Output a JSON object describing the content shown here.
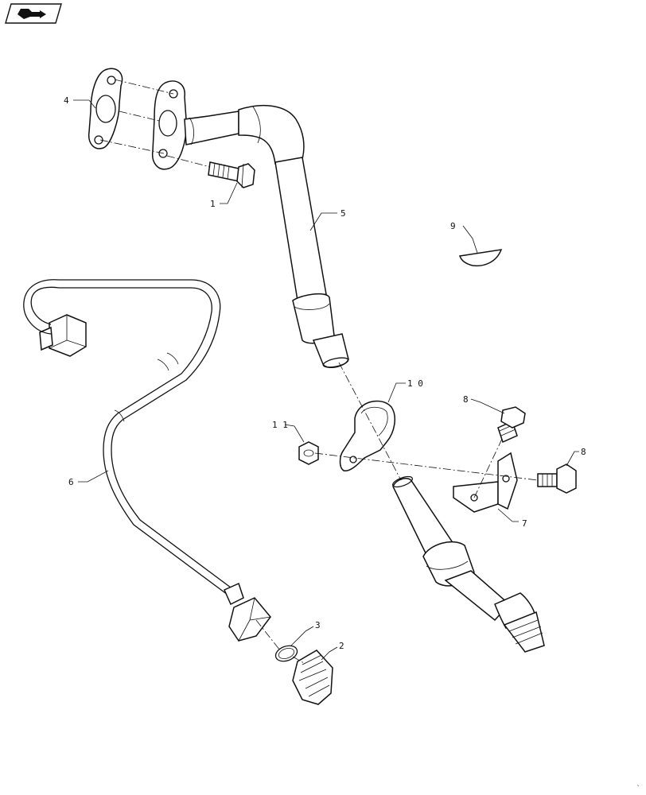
{
  "nav_icon": {
    "name": "page-flip-icon"
  },
  "callouts": {
    "c1": "1",
    "c2": "2",
    "c3": "3",
    "c4": "4",
    "c5": "5",
    "c6": "6",
    "c7": "7",
    "c8a": "8",
    "c8b": "8",
    "c9": "9",
    "c10": "1 0",
    "c11": "1 1"
  }
}
